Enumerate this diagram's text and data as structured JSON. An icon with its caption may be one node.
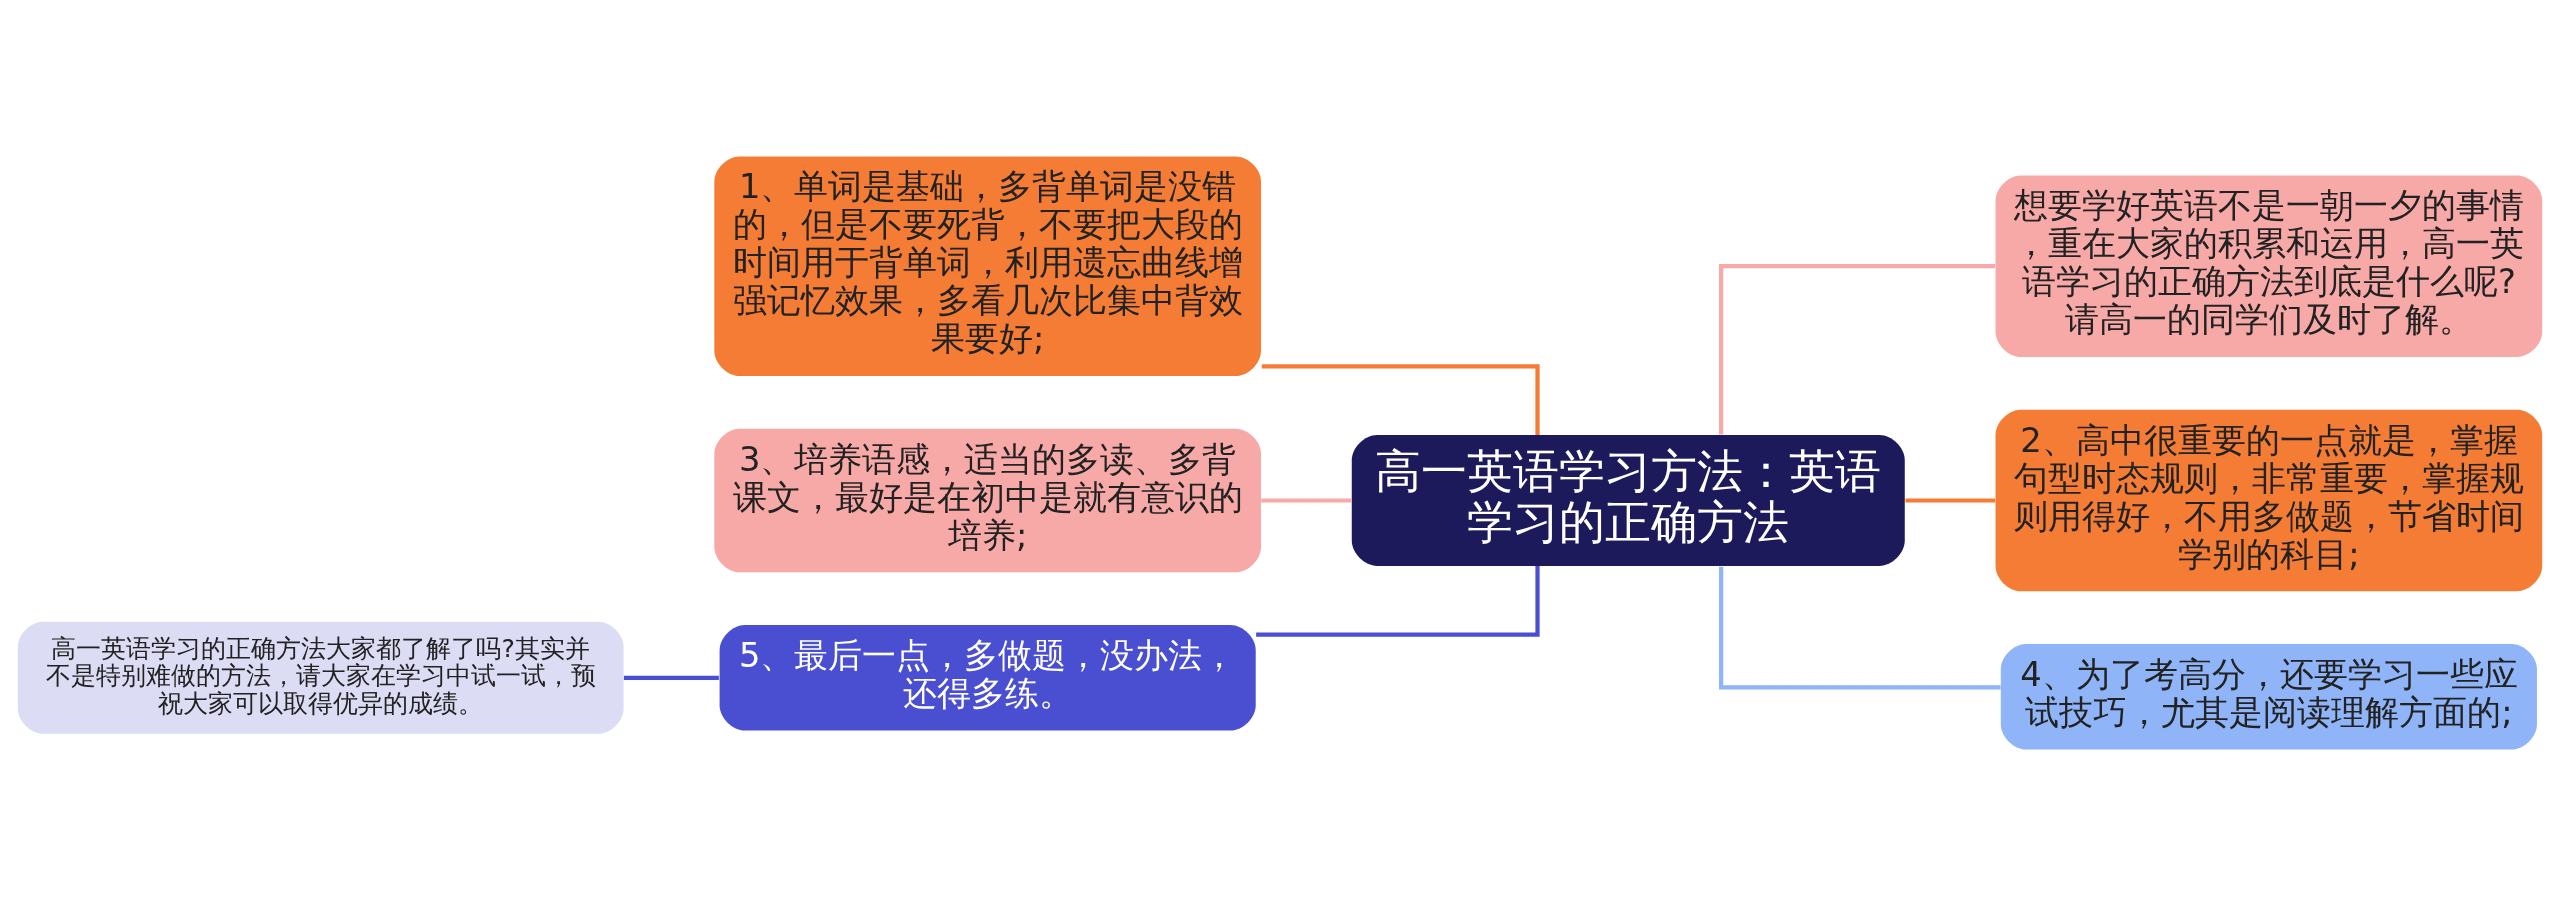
{
  "diagram": {
    "nodes": [
      {
        "text": [
          "高一英语学习方法：英语学习的正确方法"
        ]
      },
      {
        "text": [
          "1、单词是基础，多背单词是没错的，但是不要死背，不要把大段的时间用于背单词，利用遗忘曲线增强记忆效果，多看几次比集中背效果要好;"
        ]
      },
      {
        "text": [
          "3、培养语感，适当的多读、多背课文，最好是在初中是就有意识的培养;"
        ]
      },
      {
        "text": [
          "5、最后一点，多做题，没办法，还得多练。"
        ]
      },
      {
        "text": [
          "高一英语学习的正确方法大家都了解了吗?其实并不是特别难做的方法，请大家在学习中试一试，预祝大家可以取得优异的成绩。"
        ]
      },
      {
        "text": [
          "想要学好英语不是一朝一夕的事情，重在大家的积累和运用，高一英语学习的正确方法到底是什么呢?请高一的同学们及时了解。"
        ]
      },
      {
        "text": [
          "2、高中很重要的一点就是，掌握句型时态规则，非常重要，掌握规则用得好，不用多做题，节省时间学别的科目;"
        ]
      },
      {
        "text": [
          "4、为了考高分，还要学习一些应试技巧，尤其是阅读理解方面的;"
        ]
      }
    ],
    "edges": [
      {
        "from": 0,
        "to": 1,
        "arrow": "none",
        "color": "#f57c35"
      },
      {
        "from": 0,
        "to": 2,
        "arrow": "none",
        "color": "#f7a9a8"
      },
      {
        "from": 0,
        "to": 3,
        "arrow": "none",
        "color": "#4a4fd1"
      },
      {
        "from": 3,
        "to": 4,
        "arrow": "none",
        "color": "#4a4fd1"
      },
      {
        "from": 0,
        "to": 5,
        "arrow": "none",
        "color": "#f7a9a8"
      },
      {
        "from": 0,
        "to": 6,
        "arrow": "none",
        "color": "#f57c35"
      },
      {
        "from": 0,
        "to": 7,
        "arrow": "none",
        "color": "#8fb4f7"
      }
    ]
  }
}
